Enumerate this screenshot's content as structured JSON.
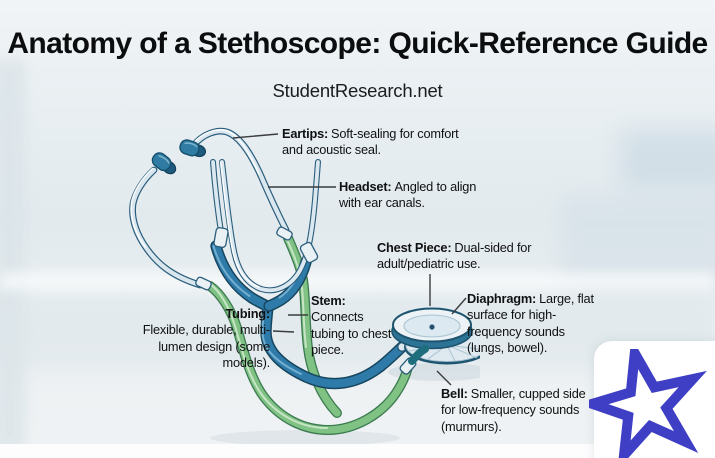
{
  "header": {
    "title": "Anatomy of a Stethoscope: Quick-Reference Guide",
    "site": "StudentResearch.net"
  },
  "ann": {
    "eartips": {
      "term": "Eartips:",
      "desc": "Soft-sealing for comfort and acoustic seal."
    },
    "headset": {
      "term": "Headset:",
      "desc": "Angled to align with ear canals."
    },
    "chest_piece": {
      "term": "Chest Piece:",
      "desc": "Dual-sided for adult/pediatric use."
    },
    "stem": {
      "term": "Stem:",
      "desc": "Connects tubing to chest piece."
    },
    "tubing": {
      "term": "Tubing:",
      "desc": "Flexible, durable, multi-lumen design (some models)."
    },
    "diaphragm": {
      "term": "Diaphragm:",
      "desc": "Large, flat surface for high-frequency sounds (lungs, bowel)."
    },
    "bell": {
      "term": "Bell:",
      "desc": "Smaller, cupped side for low-frequency sounds (murmurs)."
    }
  },
  "logo": {
    "icon": "star-icon",
    "color": "#3f3fc6"
  },
  "colors": {
    "tube_blue": "#2e7aa9",
    "tube_green": "#7fc284",
    "metal": "#d9e6ee",
    "eartip_teal": "#2f7ba3",
    "background": "#e7edf0",
    "text": "#101112"
  }
}
